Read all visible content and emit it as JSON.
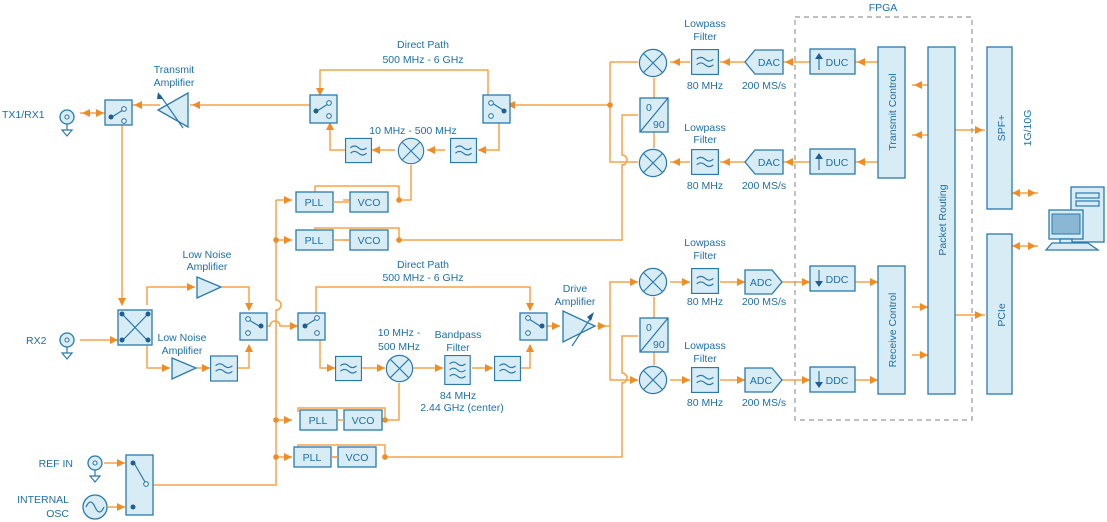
{
  "title": "Software Defined Radio Block Diagram",
  "colors": {
    "signal_wire": "#f7a24a",
    "block_fill": "#d8ecf5",
    "block_stroke": "#2a79ad",
    "text": "#1f6fa8"
  },
  "ports": {
    "tx1_rx1": "TX1/RX1",
    "rx2": "RX2",
    "ref_in": "REF IN",
    "internal_osc_1": "INTERNAL",
    "internal_osc_2": "OSC"
  },
  "tx": {
    "amp_1": "Transmit",
    "amp_2": "Amplifier",
    "direct_path": "Direct Path",
    "direct_range": "500 MHz - 6 GHz",
    "if_range": "10 MHz - 500 MHz",
    "lpf_1": "Lowpass",
    "lpf_2": "Filter",
    "lpf_bw": "80 MHz",
    "dac": "DAC",
    "dac_rate": "200 MS/s",
    "duc": "DUC",
    "phase_0": "0",
    "phase_90": "90"
  },
  "rx": {
    "lna_1": "Low Noise",
    "lna_2": "Amplifier",
    "direct_path": "Direct Path",
    "direct_range": "500 MHz - 6 GHz",
    "if_range_1": "10 MHz -",
    "if_range_2": "500 MHz",
    "bpf_1": "Bandpass",
    "bpf_2": "Filter",
    "bpf_bw": "84 MHz",
    "bpf_center": "2.44 GHz (center)",
    "drive_1": "Drive",
    "drive_2": "Amplifier",
    "lpf_1": "Lowpass",
    "lpf_2": "Filter",
    "lpf_bw": "80 MHz",
    "adc": "ADC",
    "adc_rate": "200 MS/s",
    "ddc": "DDC"
  },
  "synth": {
    "pll": "PLL",
    "vco": "VCO"
  },
  "fpga": {
    "label": "FPGA",
    "transmit_control": "Transmit Control",
    "receive_control": "Receive Control",
    "packet_routing": "Packet Routing"
  },
  "interfaces": {
    "sfp": "SPF+",
    "sfp_speed": "1G/10G",
    "pcie": "PCIe"
  }
}
